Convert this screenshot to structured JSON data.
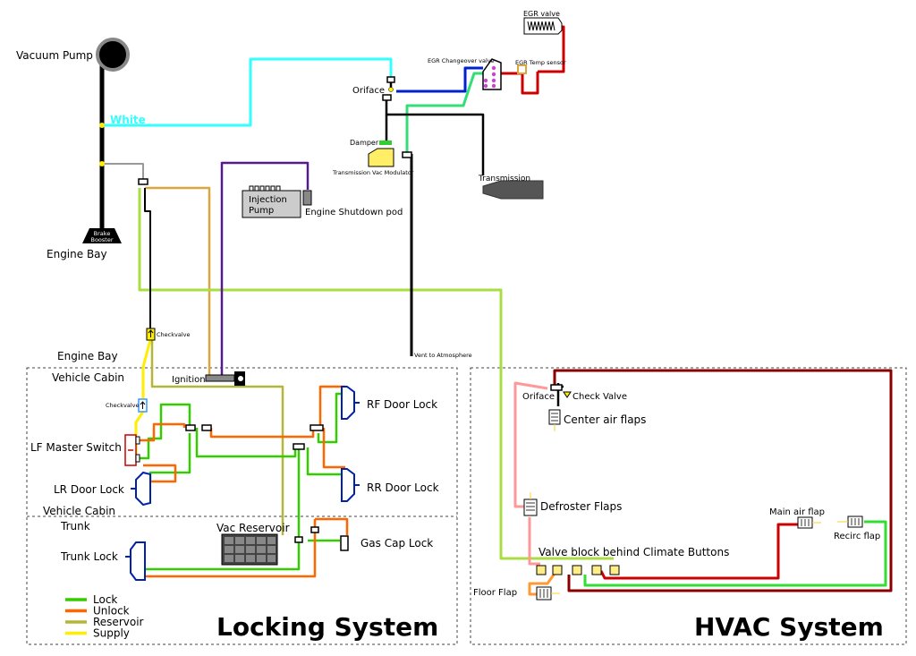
{
  "labels": {
    "vacuum_pump": "Vacuum Pump",
    "white": "White",
    "brake_booster_1": "Brake",
    "brake_booster_2": "Booster",
    "engine_bay_top": "Engine Bay",
    "engine_bay_lower": "Engine Bay",
    "vehicle_cabin_top": "Vehicle Cabin",
    "vehicle_cabin_bottom": "Vehicle Cabin",
    "trunk": "Trunk",
    "checkvalve_upper": "Checkvalve",
    "checkvalve_lower": "Checkvalve",
    "ignition": "Ignition",
    "injection_pump_1": "Injection",
    "injection_pump_2": "Pump",
    "engine_shutdown_pod": "Engine Shutdown pod",
    "orifice_top": "Oriface",
    "damper": "Damper",
    "trans_vac_modulator": "Transmission Vac Modulator",
    "egr_valve": "EGR valve",
    "egr_changeover_valve": "EGR Changeover valve",
    "egr_temp_sensor": "EGR Temp sensor",
    "transmission": "Transmission",
    "vent_to_atmosphere": "Vent to Atmosphere",
    "lf_master_switch": "LF Master Switch",
    "lr_door_lock": "LR Door Lock",
    "rf_door_lock": "RF Door Lock",
    "rr_door_lock": "RR Door Lock",
    "trunk_lock": "Trunk Lock",
    "vac_reservoir": "Vac Reservoir",
    "gas_cap_lock": "Gas Cap Lock",
    "orifice_hvac": "Oriface",
    "check_valve_hvac": "Check Valve",
    "center_air_flaps": "Center air flaps",
    "defroster_flaps": "Defroster Flaps",
    "main_air_flap": "Main air flap",
    "recirc_flap": "Recirc flap",
    "valve_block": "Valve block behind Climate Buttons",
    "floor_flap": "Floor Flap"
  },
  "legend": [
    {
      "label": "Lock",
      "color": "#33cc00"
    },
    {
      "label": "Unlock",
      "color": "#ff6600"
    },
    {
      "label": "Reservoir",
      "color": "#b5b53a"
    },
    {
      "label": "Supply",
      "color": "#ffee00"
    }
  ],
  "sections": {
    "locking_title": "Locking System",
    "hvac_title": "HVAC System"
  },
  "colors": {
    "vacuum_main": "#000000",
    "white_line": "#33ffff",
    "supply": "#ffee00",
    "lock": "#33cc00",
    "unlock": "#ff6600",
    "reservoir": "#b5b53a",
    "shutdown": "#551a8b",
    "egr_blue": "#0022cc",
    "egr_red": "#cc0000",
    "hvac_pink": "#ff9999",
    "hvac_darkred": "#880000",
    "hvac_green": "#33dd33",
    "hvac_orange": "#ff9933",
    "hvac_supply": "#aadd44"
  }
}
